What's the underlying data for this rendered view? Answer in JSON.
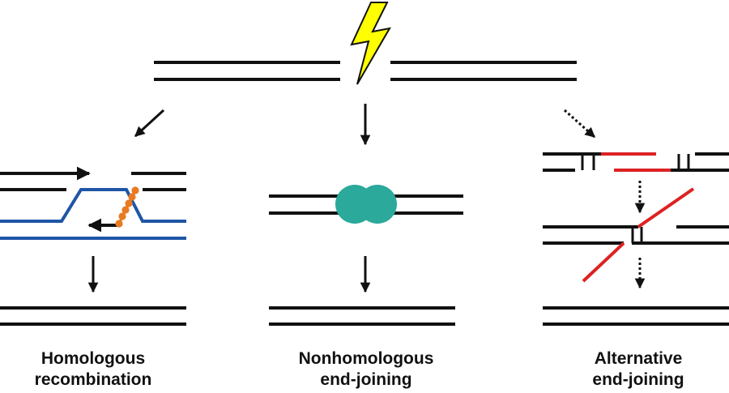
{
  "colors": {
    "dna": "#111111",
    "template": "#1f56a6",
    "protein_orange": "#e87a22",
    "ku_teal": "#2ba99a",
    "alt_red": "#dd2222",
    "bolt_fill": "#ffff00"
  },
  "icons": {
    "damage": "lightning-bolt-icon"
  },
  "pathways": [
    {
      "id": "hr",
      "line1": "Homologous",
      "line2": "recombination",
      "arrow_style": "solid"
    },
    {
      "id": "nhej",
      "line1": "Nonhomologous",
      "line2": "end-joining",
      "arrow_style": "solid"
    },
    {
      "id": "alt",
      "line1": "Alternative",
      "line2": "end-joining",
      "arrow_style": "dotted"
    }
  ]
}
